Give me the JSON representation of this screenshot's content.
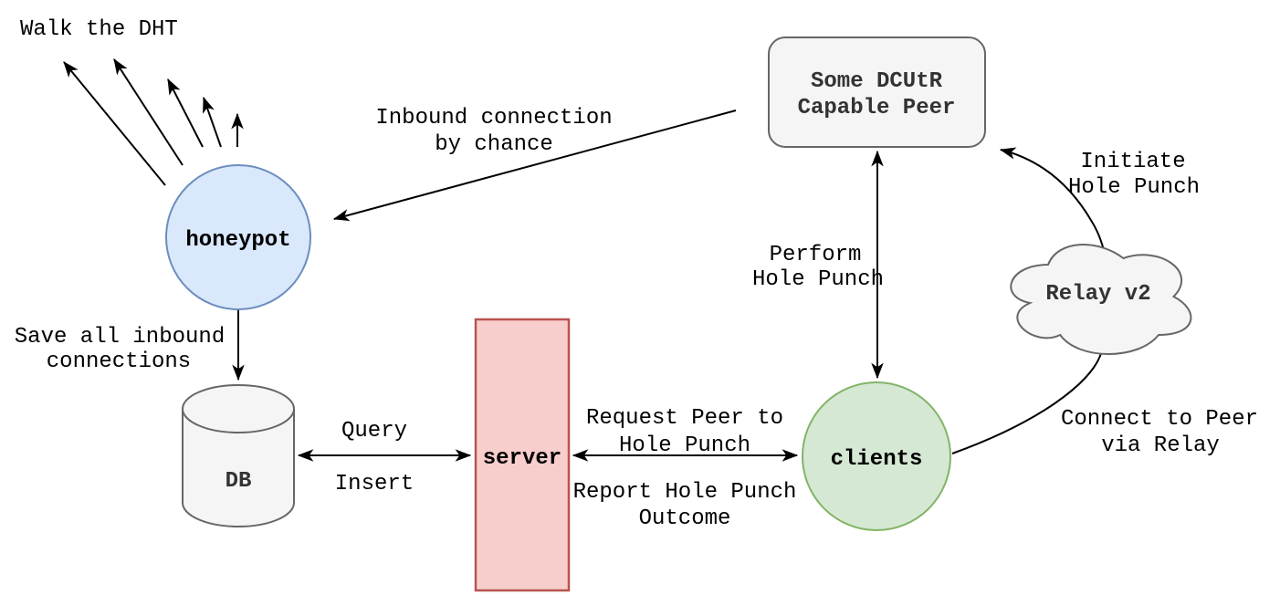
{
  "diagram": {
    "background": "#ffffff",
    "edge_color": "#000000",
    "nodes": {
      "honeypot": {
        "label": "honeypot",
        "shape": "circle",
        "fill": "#dae8fc",
        "stroke": "#6c8ebf"
      },
      "dcutr_peer": {
        "label_line1": "Some DCUtR",
        "label_line2": "Capable Peer",
        "shape": "rounded-rect",
        "fill": "#f5f5f5",
        "stroke": "#666666"
      },
      "relay": {
        "label": "Relay v2",
        "shape": "cloud",
        "fill": "#f5f5f5",
        "stroke": "#666666"
      },
      "db": {
        "label": "DB",
        "shape": "cylinder",
        "fill": "#f5f5f5",
        "stroke": "#666666"
      },
      "server": {
        "label": "server",
        "shape": "rect",
        "fill": "#f8cecc",
        "stroke": "#b85450"
      },
      "clients": {
        "label": "clients",
        "shape": "circle",
        "fill": "#d5e8d4",
        "stroke": "#82b366"
      }
    },
    "labels": {
      "walk_dht": "Walk the DHT",
      "inbound": {
        "line1": "Inbound connection",
        "line2": "by chance"
      },
      "initiate": {
        "line1": "Initiate",
        "line2": "Hole Punch"
      },
      "perform": {
        "line1": "Perform",
        "line2": "Hole Punch"
      },
      "save": {
        "line1": "Save all inbound",
        "line2": "connections"
      },
      "query": "Query",
      "insert": "Insert",
      "request": {
        "line1": "Request Peer to",
        "line2": "Hole Punch"
      },
      "report": {
        "line1": "Report Hole Punch",
        "line2": "Outcome"
      },
      "connect": {
        "line1": "Connect to Peer",
        "line2": "via Relay"
      }
    }
  }
}
